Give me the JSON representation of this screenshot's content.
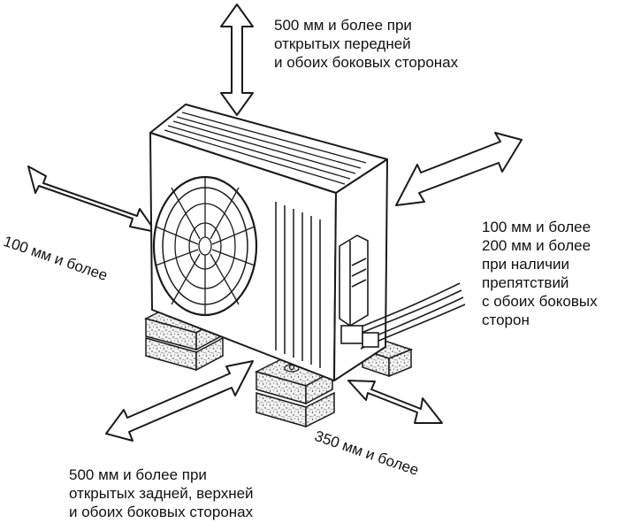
{
  "clearances": {
    "top": {
      "lines": [
        "500 мм  и более при",
        "открытых передней",
        "и обоих боковых сторонах"
      ]
    },
    "left": {
      "text": "100 мм и более"
    },
    "right": {
      "lines": [
        "100 мм и более",
        "200 мм и более",
        "при наличии",
        "препятствий",
        "с обоих боковых",
        "сторон"
      ]
    },
    "front": {
      "text": "350 мм и более"
    },
    "bottom": {
      "lines": [
        "500 мм  и более при",
        "открытых задней, верхней",
        "и обоих боковых сторонах"
      ]
    }
  },
  "colors": {
    "line": "#1a1a1a",
    "unit_fill": "#ffffff",
    "foam_fill": "#f2f2f2"
  }
}
